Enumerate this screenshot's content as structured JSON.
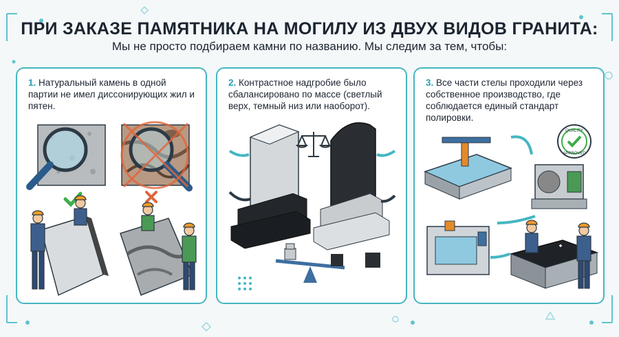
{
  "header": {
    "title": "ПРИ ЗАКАЗЕ ПАМЯТНИКА НА МОГИЛУ ИЗ ДВУХ ВИДОВ ГРАНИТА:",
    "subtitle": "Мы не просто подбираем камни по названию. Мы следим за тем, чтобы:"
  },
  "panels": [
    {
      "number": "1.",
      "text": "Натуральный камень в одной партии не имел диссонирующих жил и пятен."
    },
    {
      "number": "2.",
      "text": "Контрастное надгробие было сбалансировано по массе (светлый верх, темный низ или наоборот)."
    },
    {
      "number": "3.",
      "text": "Все части стелы проходили через собственное производство, где соблюдается единый стандарт полировки."
    }
  ],
  "badge": {
    "top": "QUALITY",
    "bottom": "APPROVED"
  },
  "colors": {
    "accent": "#2b9fb3",
    "border": "#45b6c2",
    "ok": "#3dae4a",
    "bad": "#e0653b"
  }
}
